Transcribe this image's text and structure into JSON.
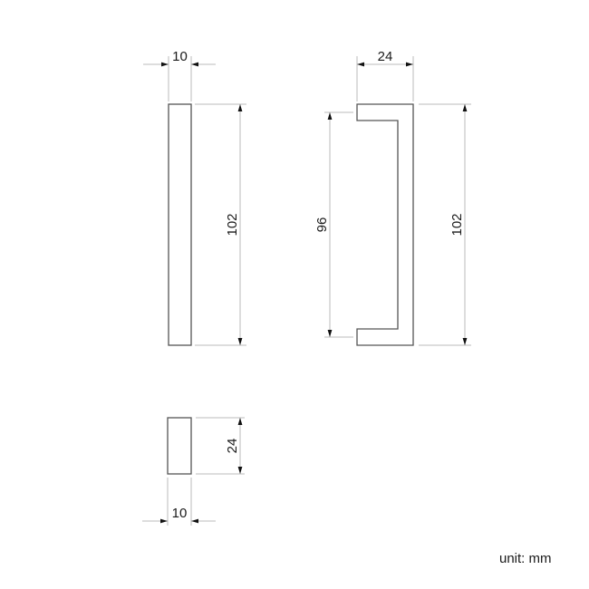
{
  "drawing": {
    "side_view": {
      "width_label": "10",
      "height_label": "102"
    },
    "front_view": {
      "width_label": "24",
      "inner_height_label": "96",
      "height_label": "102"
    },
    "end_view": {
      "height_label": "24",
      "width_label": "10"
    },
    "unit_label": "unit: mm",
    "colors": {
      "outline": "#555555",
      "dimension_line": "#bbbbbb",
      "arrow": "#111111",
      "text": "#1a1a1a"
    }
  }
}
